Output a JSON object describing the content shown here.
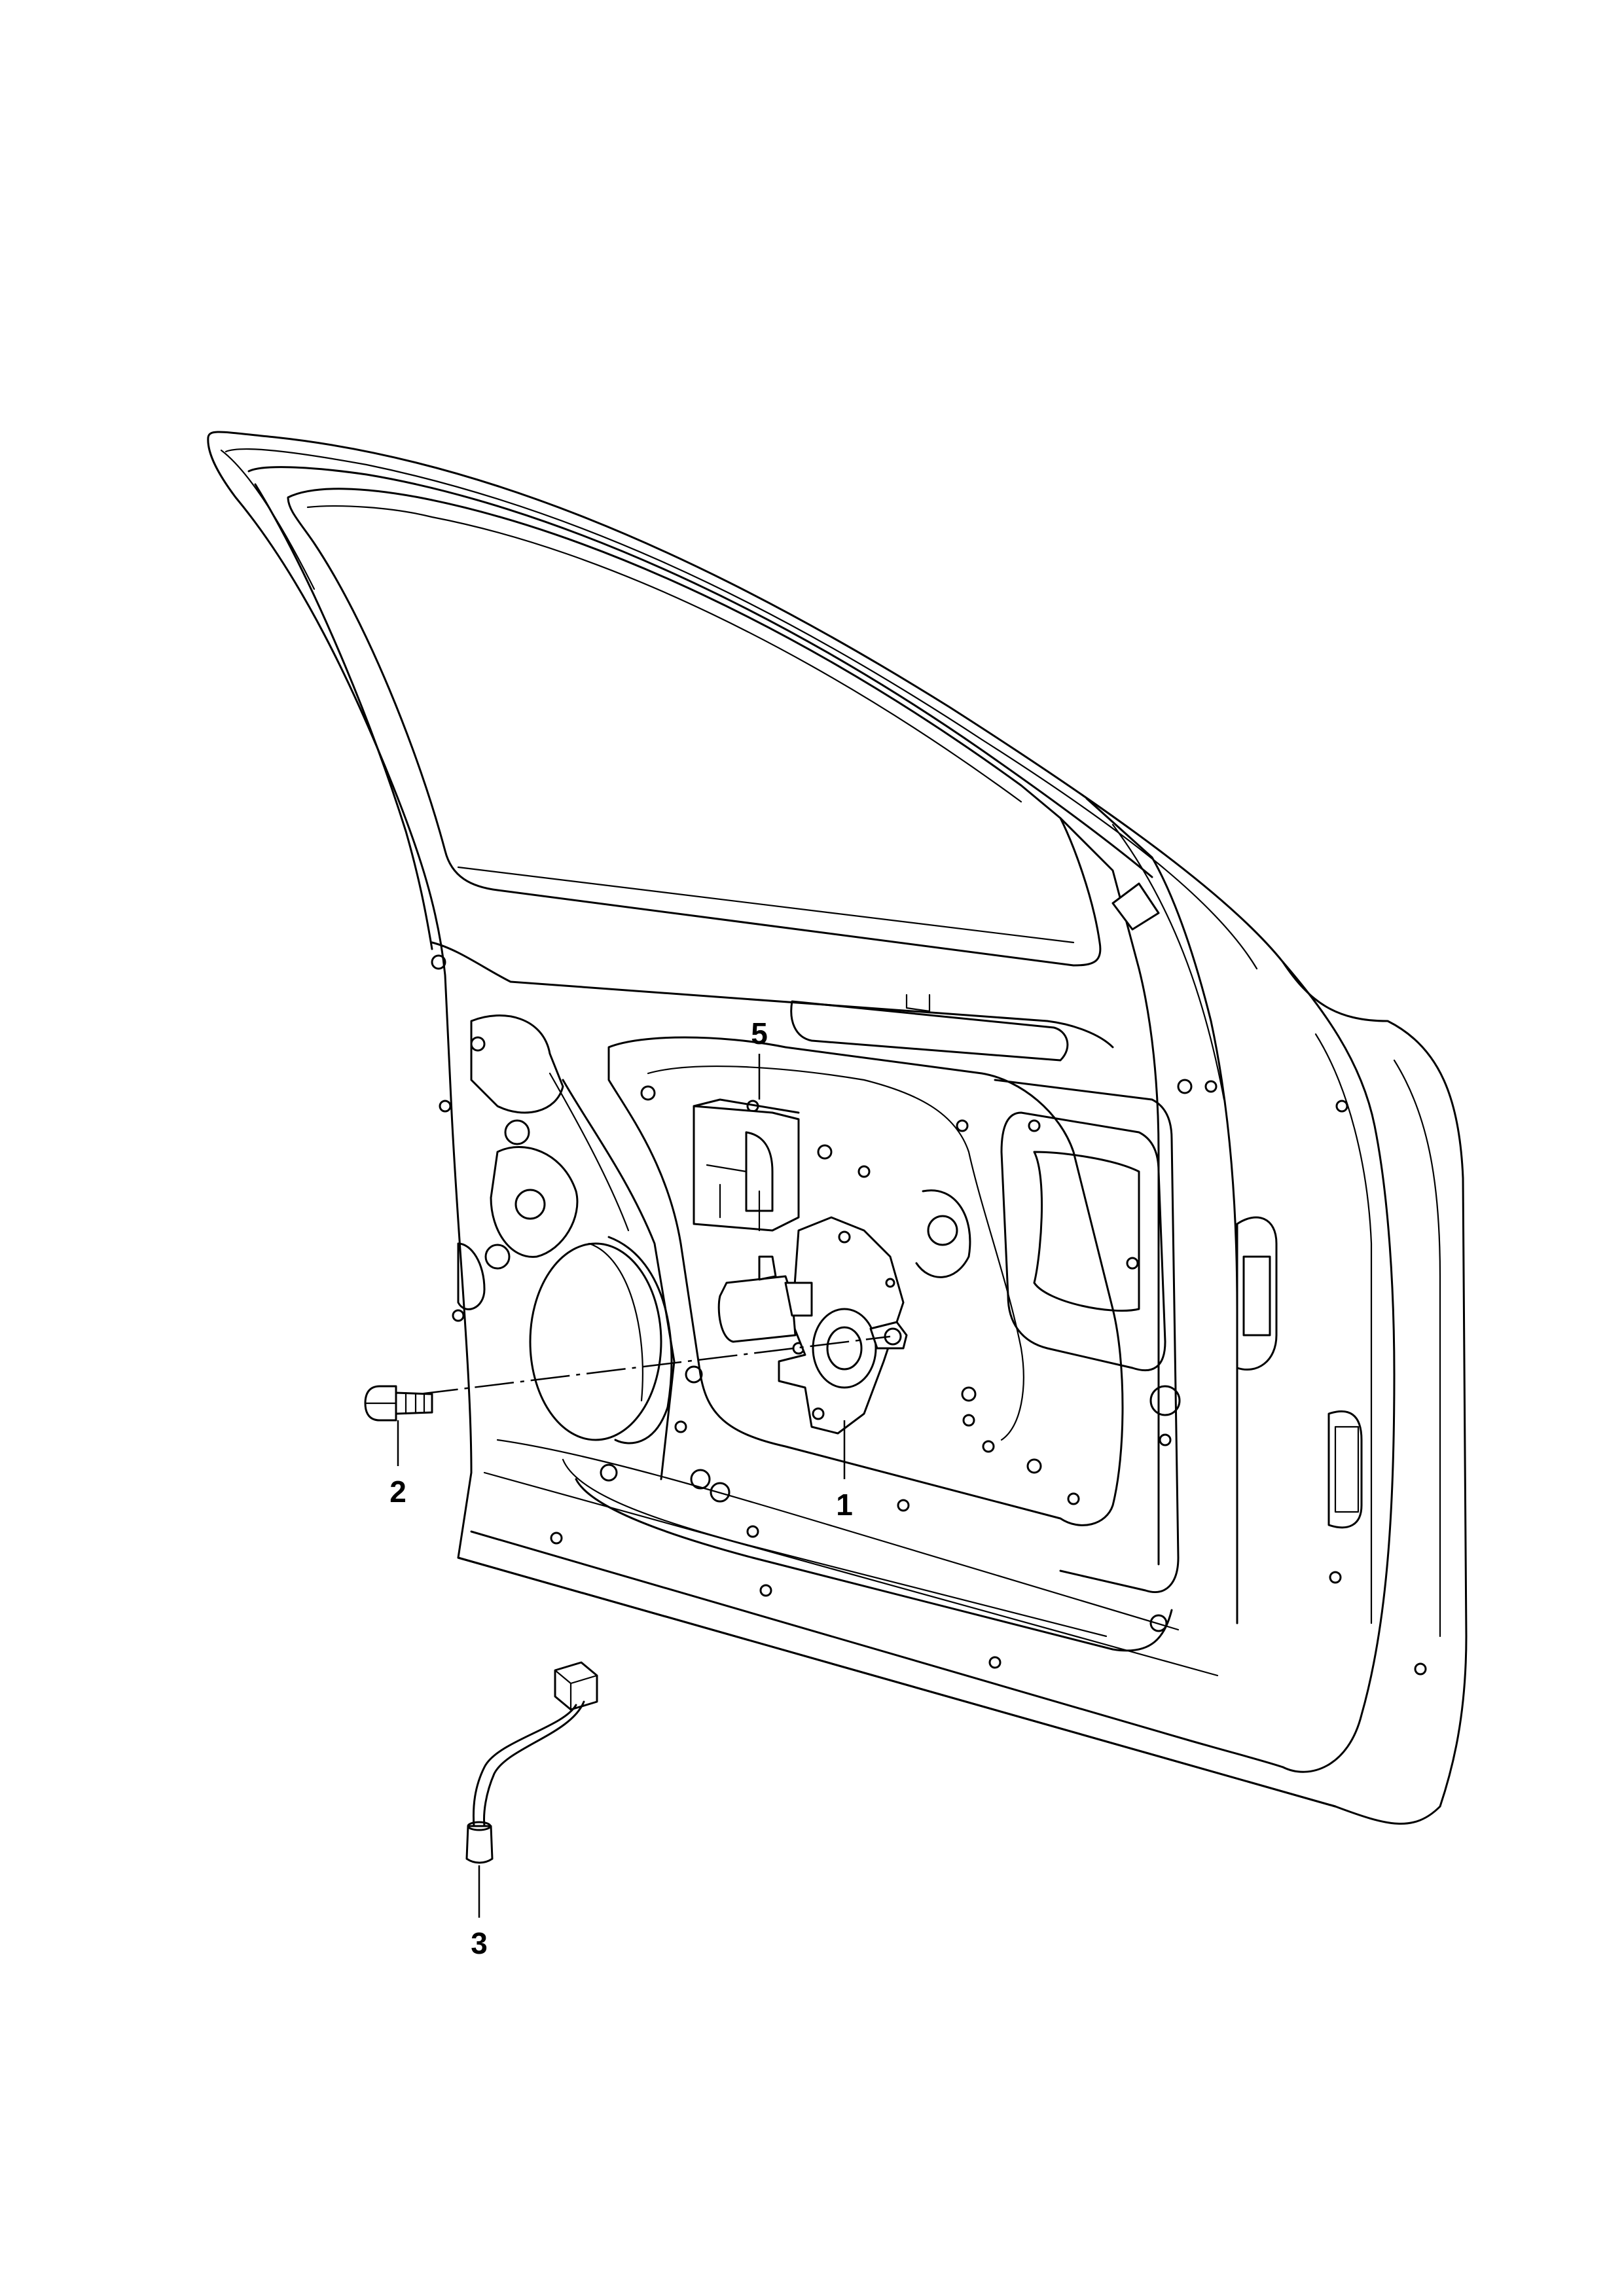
{
  "callouts": {
    "c1": "1",
    "c2": "2",
    "c3": "3",
    "c5": "5"
  }
}
